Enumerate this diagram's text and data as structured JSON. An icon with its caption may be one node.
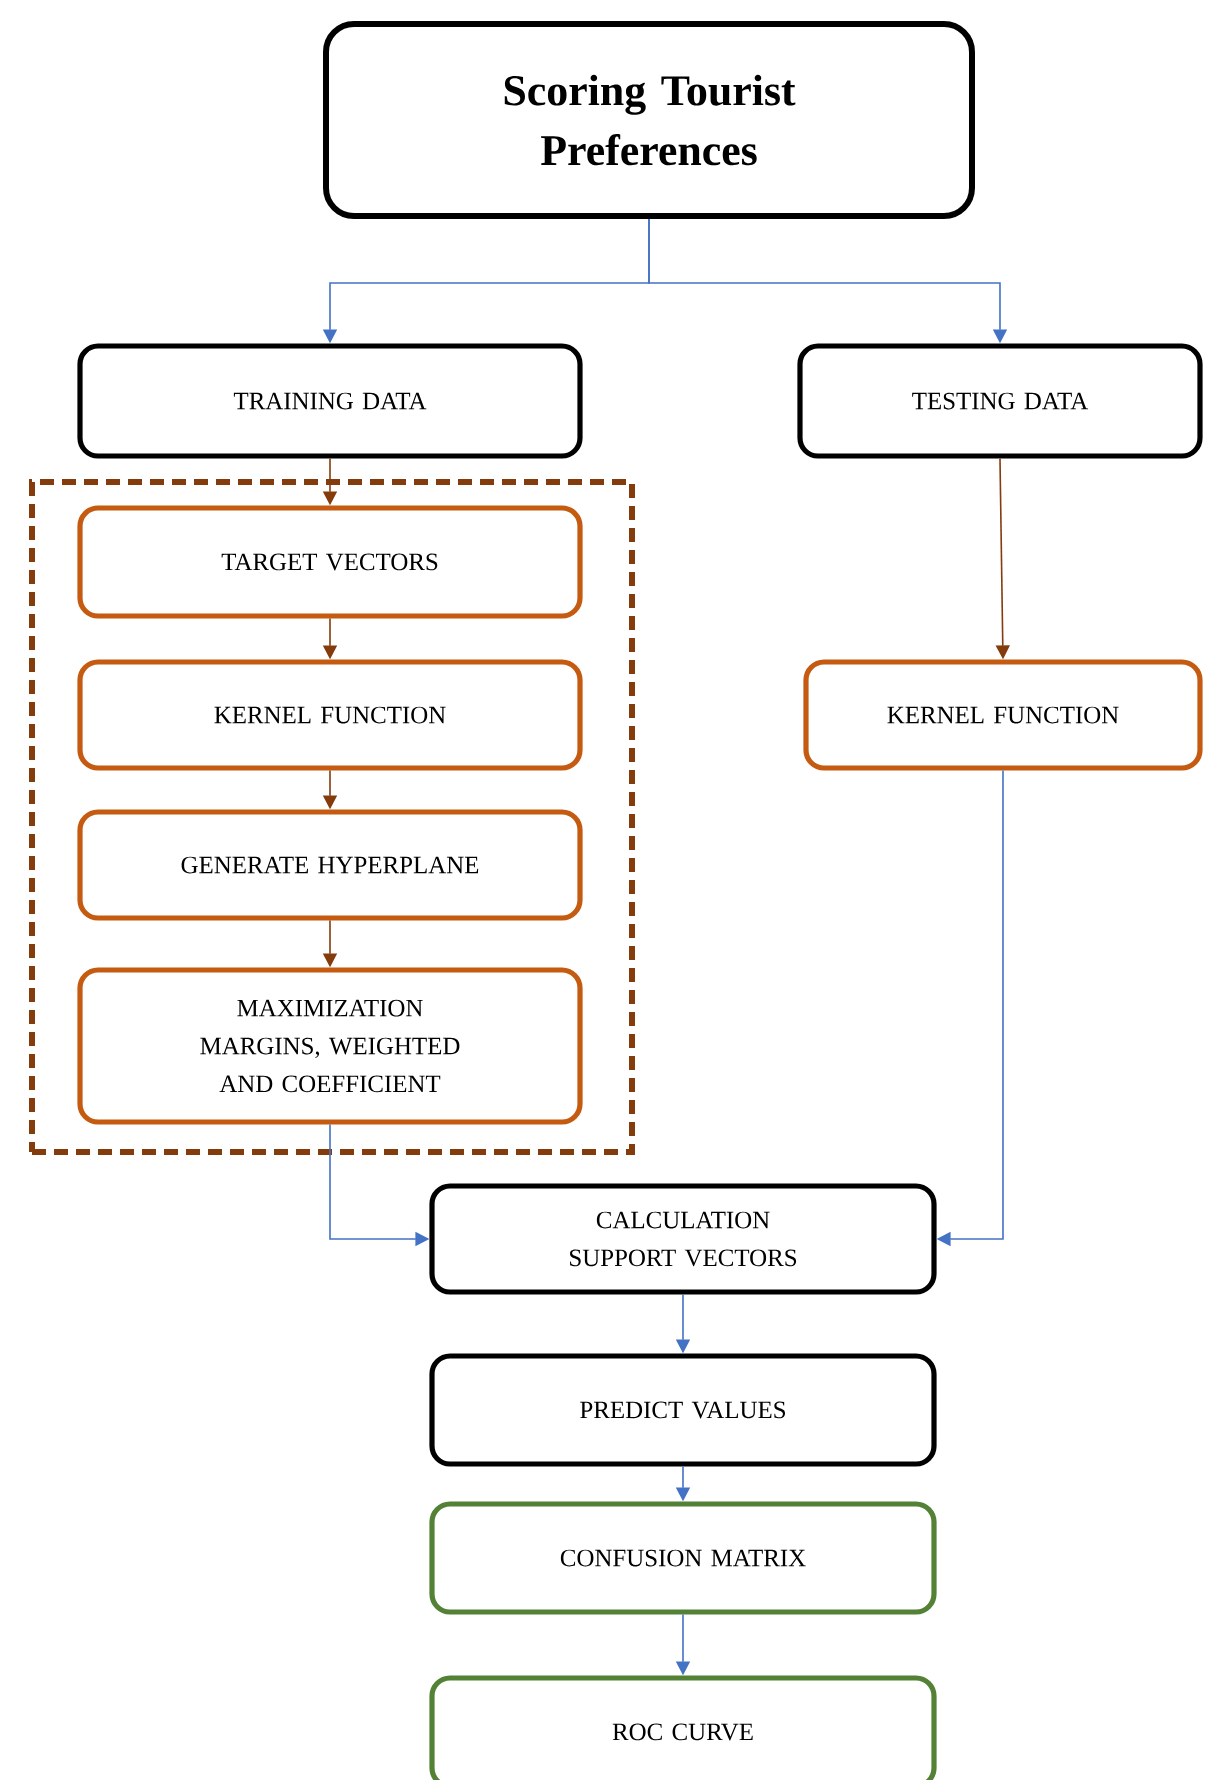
{
  "diagram": {
    "nodes": [
      {
        "text": [
          "Scoring Tourist Preferences"
        ]
      },
      {
        "text": [
          "TRAINING DATA"
        ]
      },
      {
        "text": [
          "TESTING DATA"
        ]
      },
      {
        "text": [],
        "shape": "box"
      },
      {
        "text": [
          "TARGET VECTORS"
        ],
        "in": 3
      },
      {
        "text": [
          "KERNEL FUNCTION"
        ],
        "in": 3
      },
      {
        "text": [
          "GENERATE HYPERPLANE"
        ],
        "in": 3
      },
      {
        "text": [
          "MAXIMIZATION MARGINS, WEIGHTED AND COEFFICIENT"
        ],
        "in": 3
      },
      {
        "text": [
          "KERNEL FUNCTION"
        ]
      },
      {
        "text": [
          "CALCULATION SUPPORT VECTORS"
        ]
      },
      {
        "text": [
          "PREDICT VALUES"
        ]
      },
      {
        "text": [
          "CONFUSION MATRIX"
        ]
      },
      {
        "text": [
          "ROC CURVE"
        ]
      }
    ],
    "edges": [
      {
        "from": 0,
        "to": 1,
        "arrow": "to"
      },
      {
        "from": 0,
        "to": 2,
        "arrow": "to"
      },
      {
        "from": 1,
        "to": 4,
        "arrow": "to",
        "color": "#843c0c"
      },
      {
        "from": 4,
        "to": 5,
        "arrow": "to",
        "color": "#843c0c"
      },
      {
        "from": 5,
        "to": 6,
        "arrow": "to",
        "color": "#843c0c"
      },
      {
        "from": 6,
        "to": 7,
        "arrow": "to",
        "color": "#843c0c"
      },
      {
        "from": 2,
        "to": 8,
        "arrow": "to",
        "color": "#843c0c"
      },
      {
        "from": 7,
        "to": 9,
        "arrow": "to"
      },
      {
        "from": 8,
        "to": 9,
        "arrow": "to"
      },
      {
        "from": 9,
        "to": 10,
        "arrow": "to"
      },
      {
        "from": 10,
        "to": 11,
        "arrow": "to"
      },
      {
        "from": 11,
        "to": 12,
        "arrow": "to"
      }
    ]
  }
}
